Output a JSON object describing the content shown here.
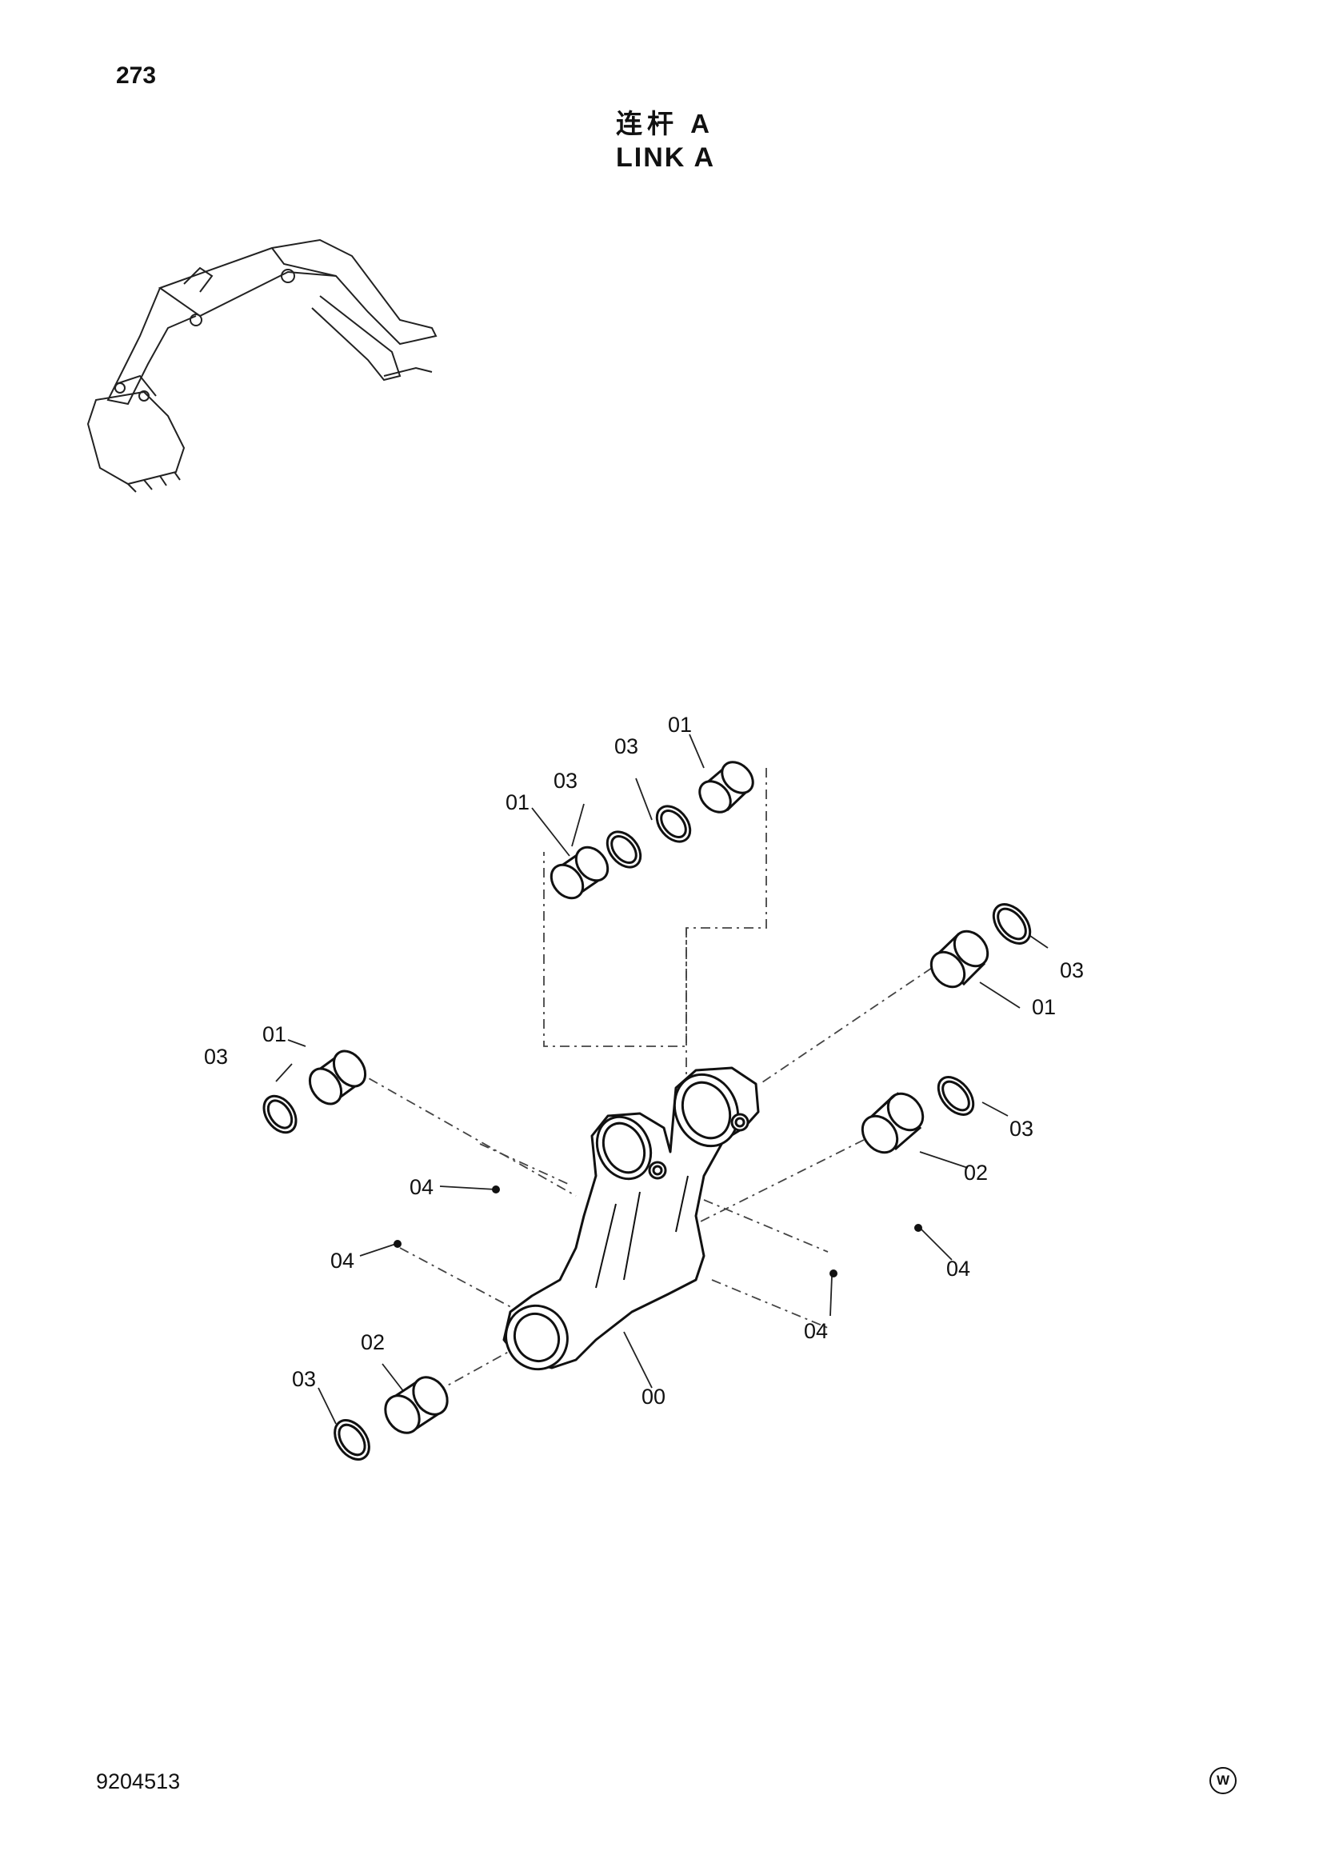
{
  "page": {
    "page_number": "273",
    "title_cn": "连杆 A",
    "title_en": "LINK A",
    "doc_number": "9204513"
  },
  "logo": {
    "name": "hitachi-w-mark",
    "text": "W"
  },
  "callouts": [
    {
      "id": "c01a",
      "label": "01"
    },
    {
      "id": "c03a",
      "label": "03"
    },
    {
      "id": "c03b",
      "label": "03"
    },
    {
      "id": "c01b",
      "label": "01"
    },
    {
      "id": "c01c",
      "label": "01"
    },
    {
      "id": "c03c",
      "label": "03"
    },
    {
      "id": "c03d",
      "label": "03"
    },
    {
      "id": "c02a",
      "label": "02"
    },
    {
      "id": "c01d",
      "label": "01"
    },
    {
      "id": "c03e",
      "label": "03"
    },
    {
      "id": "c04a",
      "label": "04"
    },
    {
      "id": "c04b",
      "label": "04"
    },
    {
      "id": "c04c",
      "label": "04"
    },
    {
      "id": "c04d",
      "label": "04"
    },
    {
      "id": "c00",
      "label": "00"
    },
    {
      "id": "c02b",
      "label": "02"
    },
    {
      "id": "c03f",
      "label": "03"
    }
  ]
}
